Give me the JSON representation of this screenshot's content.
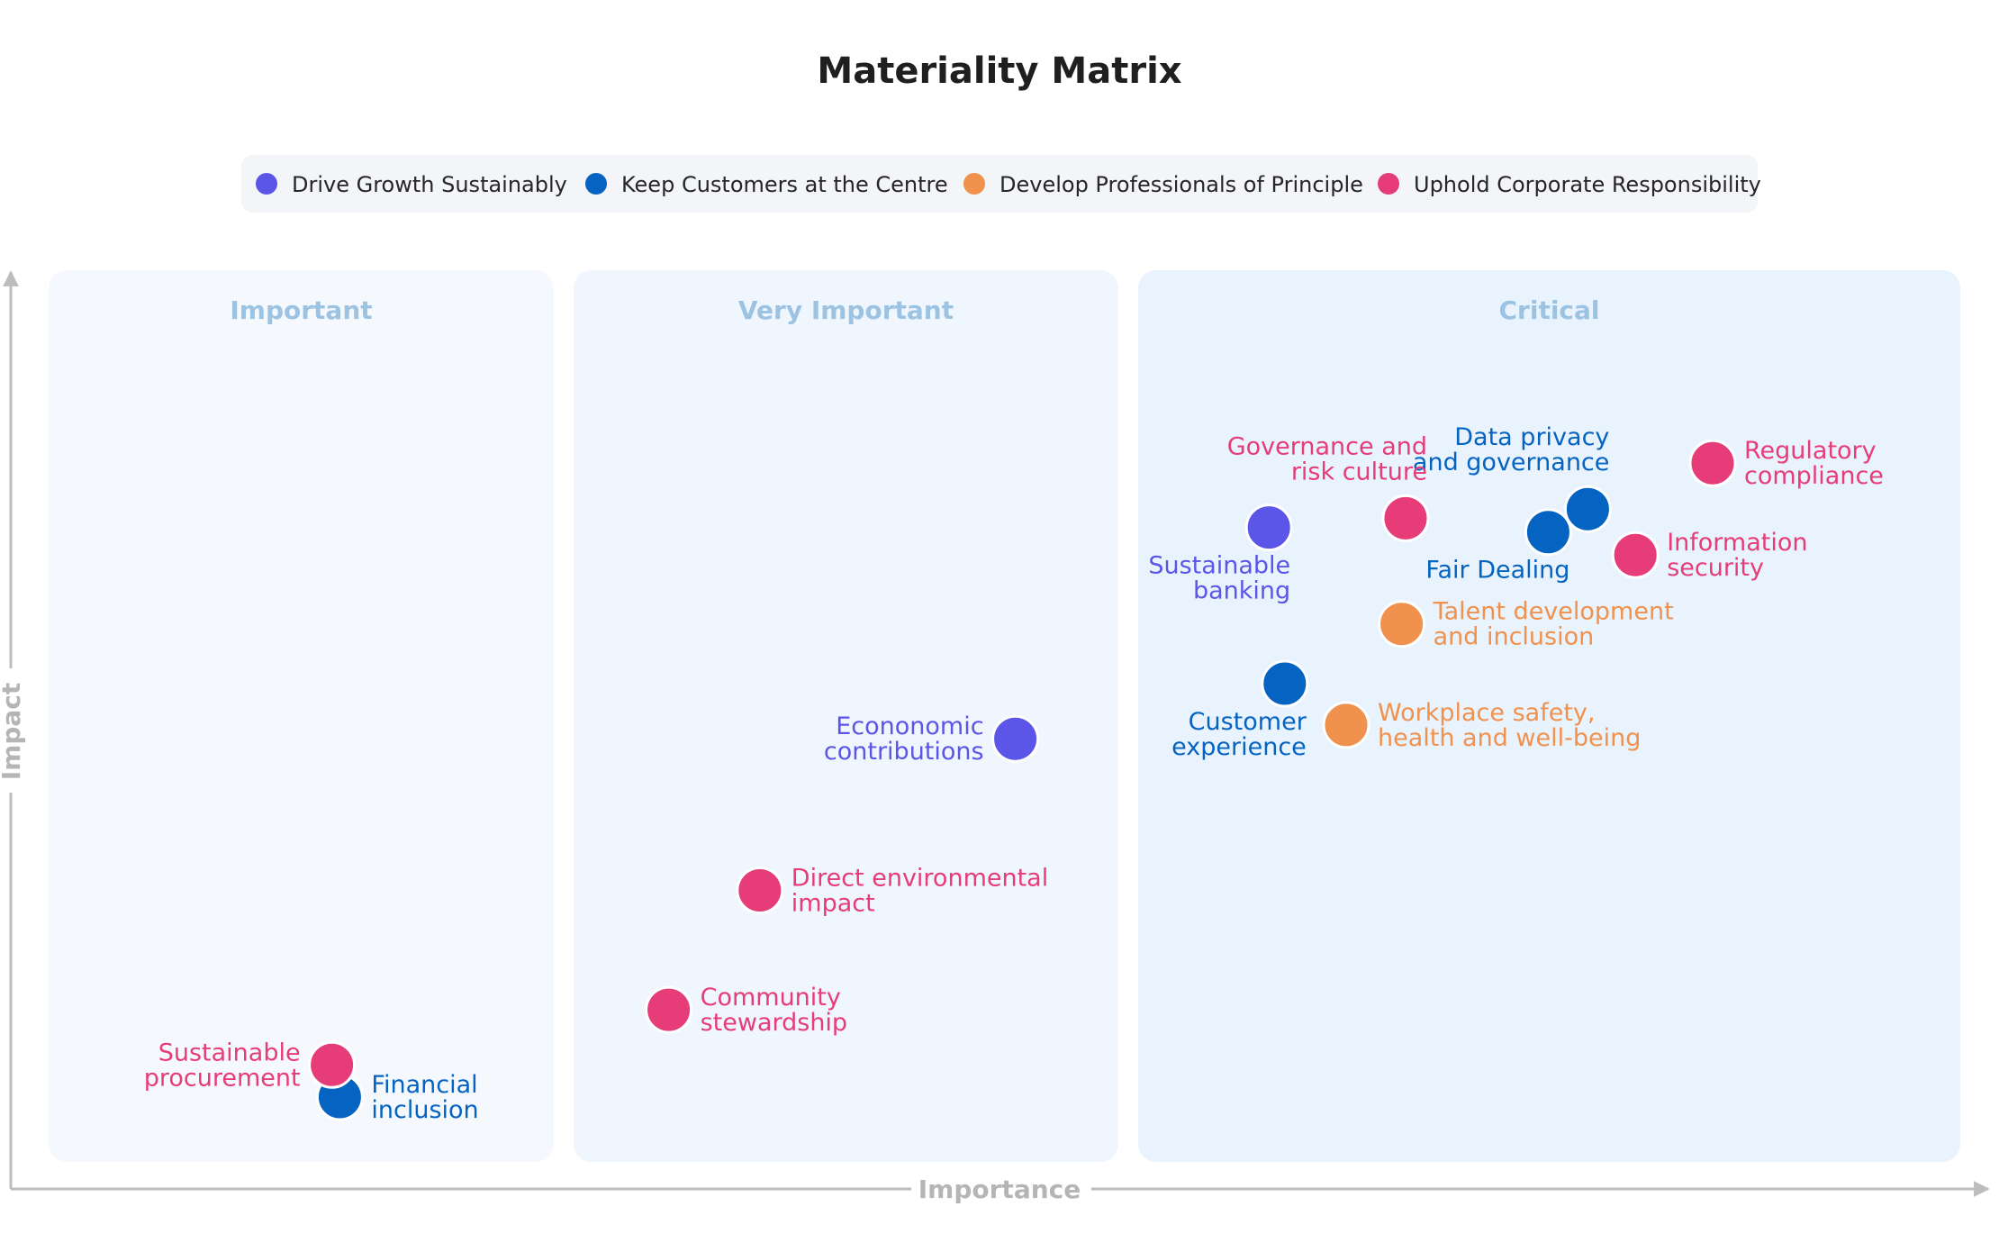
{
  "chart_data": {
    "type": "scatter",
    "title": "Materiality Matrix",
    "xlabel": "Importance",
    "ylabel": "Impact",
    "xlim": [
      0,
      100
    ],
    "ylim": [
      0,
      100
    ],
    "grid": false,
    "legend_position": "top-center",
    "zones": [
      {
        "label": "Important",
        "x_range": [
          2,
          27.5
        ]
      },
      {
        "label": "Very Important",
        "x_range": [
          28.5,
          56
        ]
      },
      {
        "label": "Critical",
        "x_range": [
          57,
          98.5
        ]
      }
    ],
    "series": [
      {
        "name": "Drive Growth Sustainably",
        "color": "#5b55e8",
        "points": [
          {
            "label": "Sustainable banking",
            "x": 63.6,
            "y": 72
          },
          {
            "label": "Econonomic contributions",
            "x": 50.8,
            "y": 49
          }
        ]
      },
      {
        "name": "Keep Customers at the Centre",
        "color": "#0563c1",
        "points": [
          {
            "label": "Data privacy and governance",
            "x": 79.7,
            "y": 74
          },
          {
            "label": "Fair Dealing",
            "x": 77.7,
            "y": 71.5
          },
          {
            "label": "Customer experience",
            "x": 64.4,
            "y": 55
          },
          {
            "label": "Financial inclusion",
            "x": 16.7,
            "y": 10
          }
        ]
      },
      {
        "name": "Develop Professionals of Principle",
        "color": "#f0914e",
        "points": [
          {
            "label": "Talent development and inclusion",
            "x": 70.3,
            "y": 61.5
          },
          {
            "label": "Workplace safety, health and well-being",
            "x": 67.5,
            "y": 50.5
          }
        ]
      },
      {
        "name": "Uphold Corporate Responsibility",
        "color": "#e63d78",
        "points": [
          {
            "label": "Governance and risk culture",
            "x": 70.5,
            "y": 73
          },
          {
            "label": "Regulatory compliance",
            "x": 86,
            "y": 79
          },
          {
            "label": "Information security",
            "x": 82.1,
            "y": 69
          },
          {
            "label": "Direct environmental impact",
            "x": 37.9,
            "y": 32.5
          },
          {
            "label": "Community stewardship",
            "x": 33.3,
            "y": 19.5
          },
          {
            "label": "Sustainable procurement",
            "x": 16.3,
            "y": 13.5
          }
        ]
      }
    ]
  }
}
